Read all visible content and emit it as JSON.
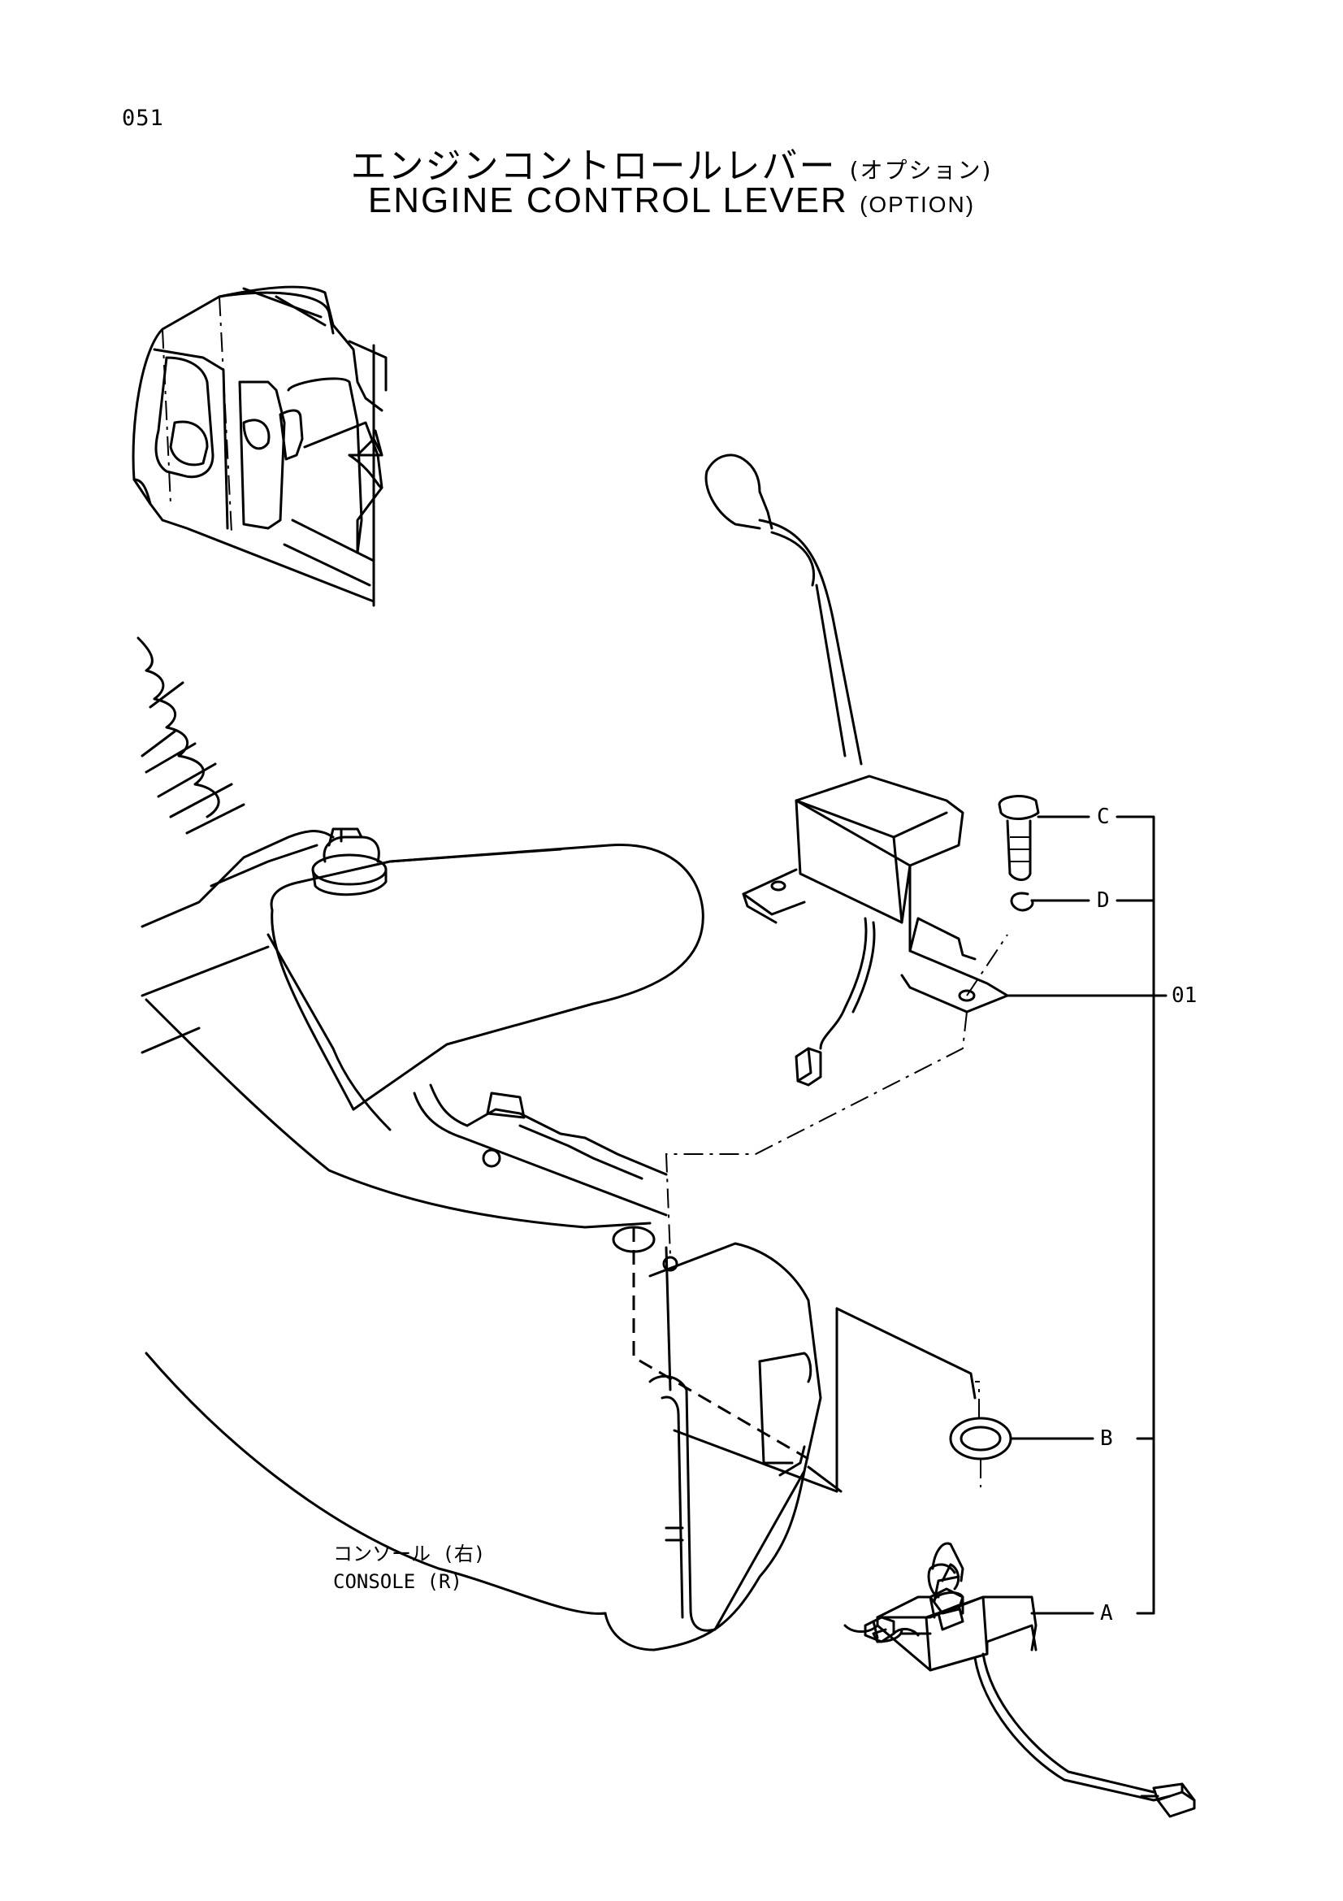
{
  "page": {
    "number": "051"
  },
  "title": {
    "jp_main": "エンジンコントロールレバー",
    "jp_sub": "(オプション)",
    "en_main": "ENGINE CONTROL LEVER",
    "en_sub": "(OPTION)"
  },
  "labels": {
    "console_jp": "コンソール (右)",
    "console_en": "CONSOLE (R)"
  },
  "callouts": {
    "c": "C",
    "d": "D",
    "assembly": "01",
    "b": "B",
    "a": "A"
  }
}
